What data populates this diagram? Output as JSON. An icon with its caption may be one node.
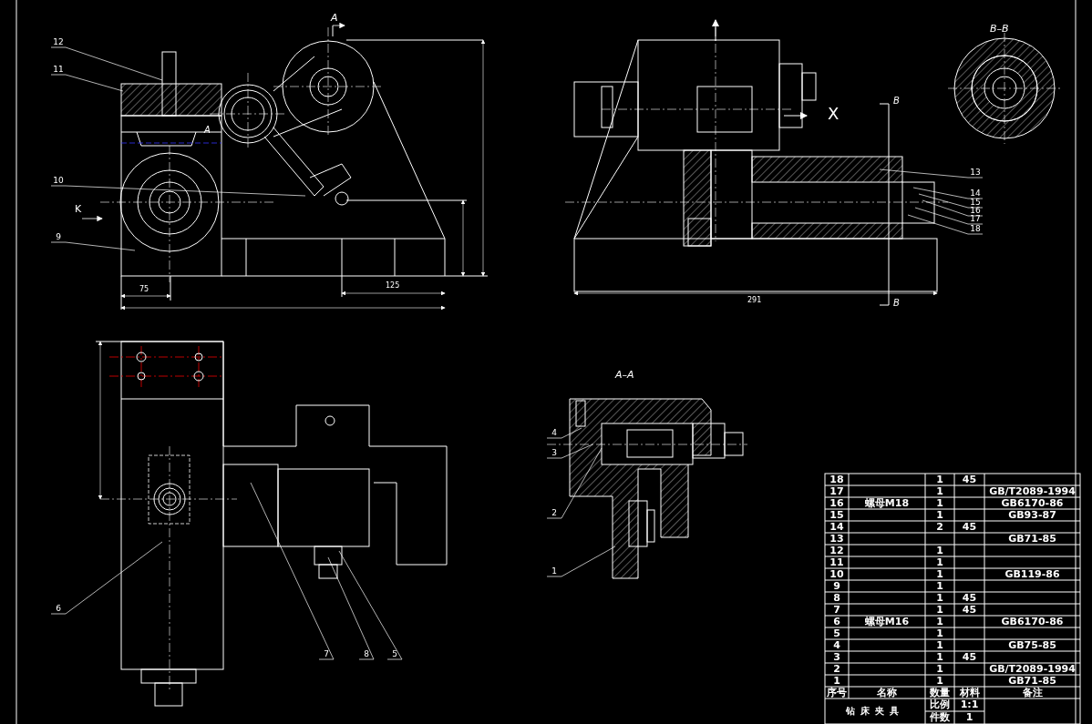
{
  "diagram": {
    "nodes": [
      {
        "text": [
          "12"
        ]
      },
      {
        "text": [
          "11"
        ]
      },
      {
        "text": [
          "10"
        ]
      },
      {
        "text": [
          "9"
        ]
      },
      {
        "text": [
          "13"
        ]
      },
      {
        "text": [
          "14"
        ]
      },
      {
        "text": [
          "15"
        ]
      },
      {
        "text": [
          "16"
        ]
      },
      {
        "text": [
          "17"
        ]
      },
      {
        "text": [
          "18"
        ]
      },
      {
        "text": [
          "4"
        ]
      },
      {
        "text": [
          "3"
        ]
      },
      {
        "text": [
          "2"
        ]
      },
      {
        "text": [
          "1"
        ]
      },
      {
        "text": [
          "6"
        ]
      },
      {
        "text": [
          "7"
        ]
      },
      {
        "text": [
          "8"
        ]
      },
      {
        "text": [
          "5"
        ]
      }
    ],
    "edges": [
      {
        "from": 0,
        "to": null,
        "arrow": "none"
      },
      {
        "from": 1,
        "to": null,
        "arrow": "none"
      },
      {
        "from": 2,
        "to": null,
        "arrow": "none"
      },
      {
        "from": 3,
        "to": null,
        "arrow": "none"
      },
      {
        "from": 4,
        "to": null,
        "arrow": "none"
      },
      {
        "from": 5,
        "to": null,
        "arrow": "none"
      },
      {
        "from": 6,
        "to": null,
        "arrow": "none"
      },
      {
        "from": 7,
        "to": null,
        "arrow": "none"
      },
      {
        "from": 8,
        "to": null,
        "arrow": "none"
      },
      {
        "from": 9,
        "to": null,
        "arrow": "none"
      },
      {
        "from": 10,
        "to": null,
        "arrow": "none"
      },
      {
        "from": 11,
        "to": null,
        "arrow": "none"
      },
      {
        "from": 12,
        "to": null,
        "arrow": "none"
      },
      {
        "from": 13,
        "to": null,
        "arrow": "none"
      },
      {
        "from": 14,
        "to": null,
        "arrow": "none"
      },
      {
        "from": 15,
        "to": null,
        "arrow": "none"
      },
      {
        "from": 16,
        "to": null,
        "arrow": "none"
      },
      {
        "from": 17,
        "to": null,
        "arrow": "none"
      }
    ],
    "labels": [
      "A",
      "A",
      "K",
      "75",
      "125",
      "X",
      "B",
      "B",
      "B–B",
      "A–A",
      "291",
      "18",
      "1",
      "45",
      "17",
      "1",
      "GB/T2089-1994",
      "16",
      "螺母M18",
      "1",
      "GB6170-86",
      "15",
      "1",
      "GB93-87",
      "14",
      "2",
      "45",
      "13",
      "GB71-85",
      "12",
      "1",
      "11",
      "1",
      "10",
      "1",
      "GB119-86",
      "9",
      "1",
      "8",
      "1",
      "45",
      "7",
      "1",
      "45",
      "6",
      "螺母M16",
      "1",
      "GB6170-86",
      "5",
      "1",
      "4",
      "1",
      "GB75-85",
      "3",
      "1",
      "45",
      "2",
      "1",
      "GB/T2089-1994",
      "1",
      "1",
      "GB71-85",
      "序号",
      "名称",
      "数量",
      "材料",
      "备注",
      "钻床夹具",
      "比例",
      "1:1",
      "件数",
      "1"
    ]
  }
}
